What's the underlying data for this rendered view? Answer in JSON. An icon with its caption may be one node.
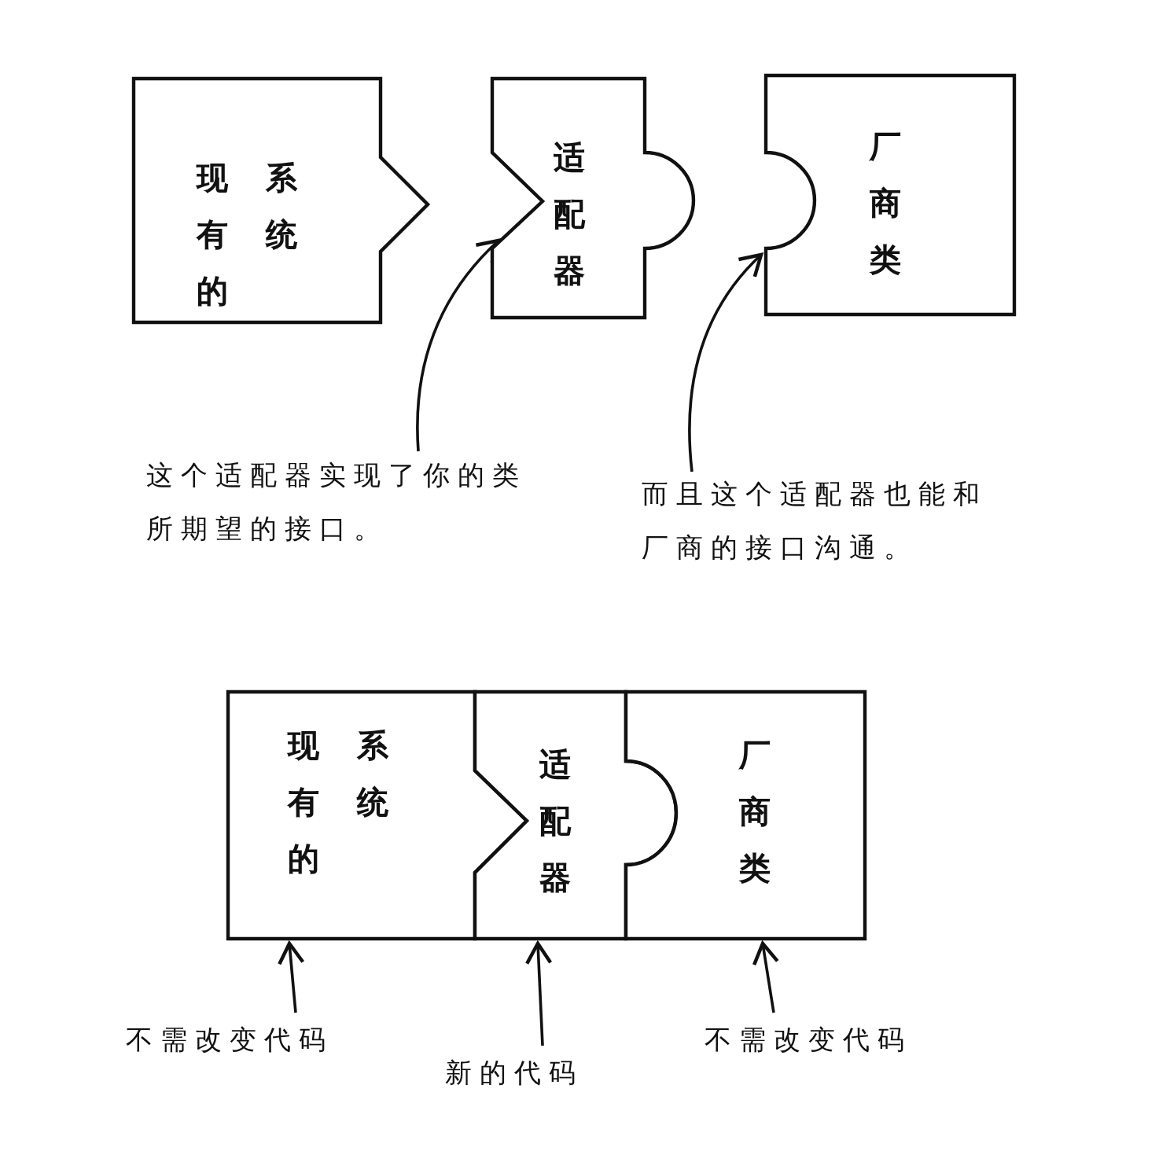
{
  "diagram": {
    "nodes": [
      {
        "text": [
          "现有的系统"
        ]
      },
      {
        "text": [
          "适配器"
        ]
      },
      {
        "text": [
          "厂商类"
        ]
      },
      {
        "text": [
          "这个适配器实现了你的类所期望的接口。"
        ]
      },
      {
        "text": [
          "而且这个适配器也能和厂商的接口沟通。"
        ]
      },
      {
        "text": [
          "现有的系统"
        ]
      },
      {
        "text": [
          "适配器"
        ]
      },
      {
        "text": [
          "厂商类"
        ]
      },
      {
        "text": [
          "不需改变代码"
        ]
      },
      {
        "text": [
          "新的代码"
        ]
      },
      {
        "text": [
          "不需改变代码"
        ]
      }
    ],
    "edges": [
      {
        "from": 3,
        "to": 1,
        "arrow": "to"
      },
      {
        "from": 4,
        "to": 2,
        "arrow": "to"
      },
      {
        "from": 8,
        "to": 5,
        "arrow": "to"
      },
      {
        "from": 9,
        "to": 6,
        "arrow": "to"
      },
      {
        "from": 10,
        "to": 7,
        "arrow": "to"
      }
    ]
  }
}
